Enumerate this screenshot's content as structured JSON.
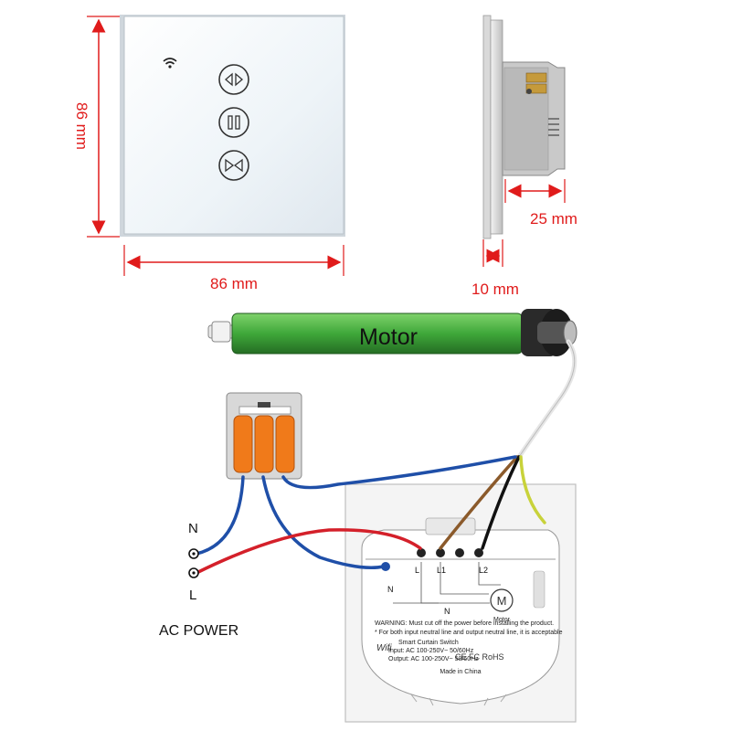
{
  "dimensions": {
    "height_label": "86 mm",
    "width_label": "86 mm",
    "depth_label": "25 mm",
    "thickness_label": "10 mm"
  },
  "motor": {
    "label": "Motor"
  },
  "power": {
    "n_label": "N",
    "l_label": "L",
    "title": "AC POWER"
  },
  "back_panel": {
    "terminal_l": "L",
    "terminal_l1": "L1",
    "terminal_l2": "L2",
    "neutral_label": "N",
    "side_n_label": "N",
    "motor_symbol": "M",
    "motor_caption": "Motor",
    "warning_text": "WARNING: Must cut off the power before installing the product.",
    "neutral_note": "* For both input neutral line and output neutral line, it is acceptable",
    "brand": "Wifi",
    "product_name": "Smart Curtain Switch",
    "input_rating": "Input: AC 100-250V~ 50/60Hz",
    "output_rating": "Output: AC 100-250V~ 50/60Hz",
    "made_in": "Made in China",
    "cert_marks": "CE FC RoHS"
  },
  "colors": {
    "dimension": "#e01b1b",
    "motor_body": "#3fa83a",
    "wire_blue": "#1f4fa8",
    "wire_red": "#d4202a",
    "wire_brown": "#8b5a2b",
    "wire_black": "#111111",
    "wire_ground": "#c8d23a",
    "connector_orange": "#f07a1a"
  },
  "icons": {
    "wifi": "wifi-icon",
    "open": "curtain-open-icon",
    "pause": "pause-icon",
    "close": "curtain-close-icon"
  }
}
